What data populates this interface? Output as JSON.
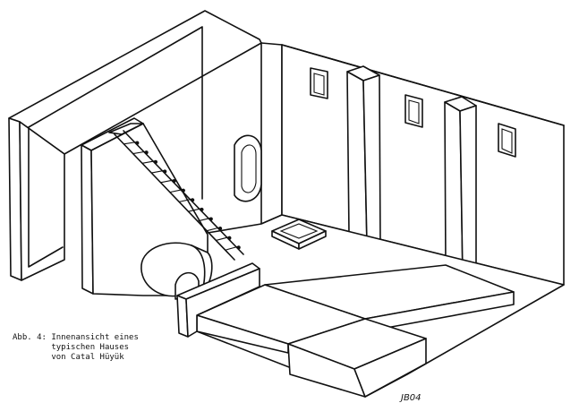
{
  "caption": {
    "line1": "Abb. 4: Innenansicht eines",
    "line2": "        typischen Hauses",
    "line3": "        von Catal Hüyük"
  },
  "signature": "JB04",
  "icons": [
    "ladder-icon",
    "hearth-icon",
    "oven-icon"
  ]
}
